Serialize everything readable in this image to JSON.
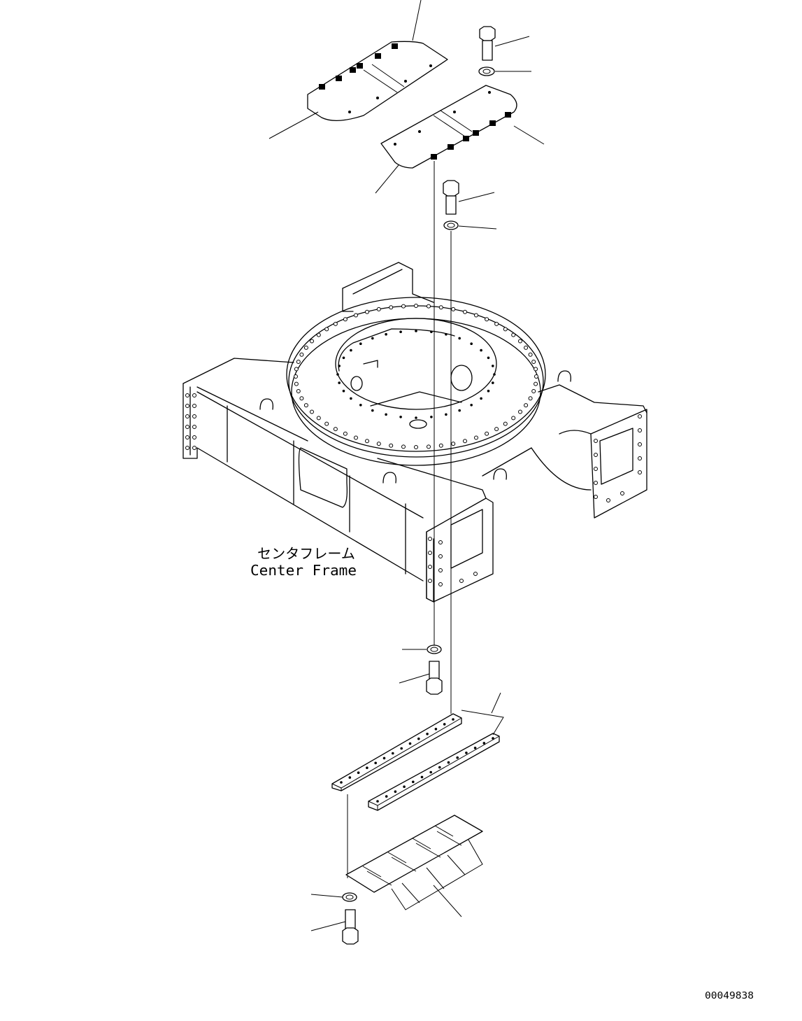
{
  "frame_label": {
    "japanese": "センタフレーム",
    "english": "Center Frame"
  },
  "drawing_number": "00049838",
  "colors": {
    "line": "#000000",
    "background": "#ffffff"
  }
}
